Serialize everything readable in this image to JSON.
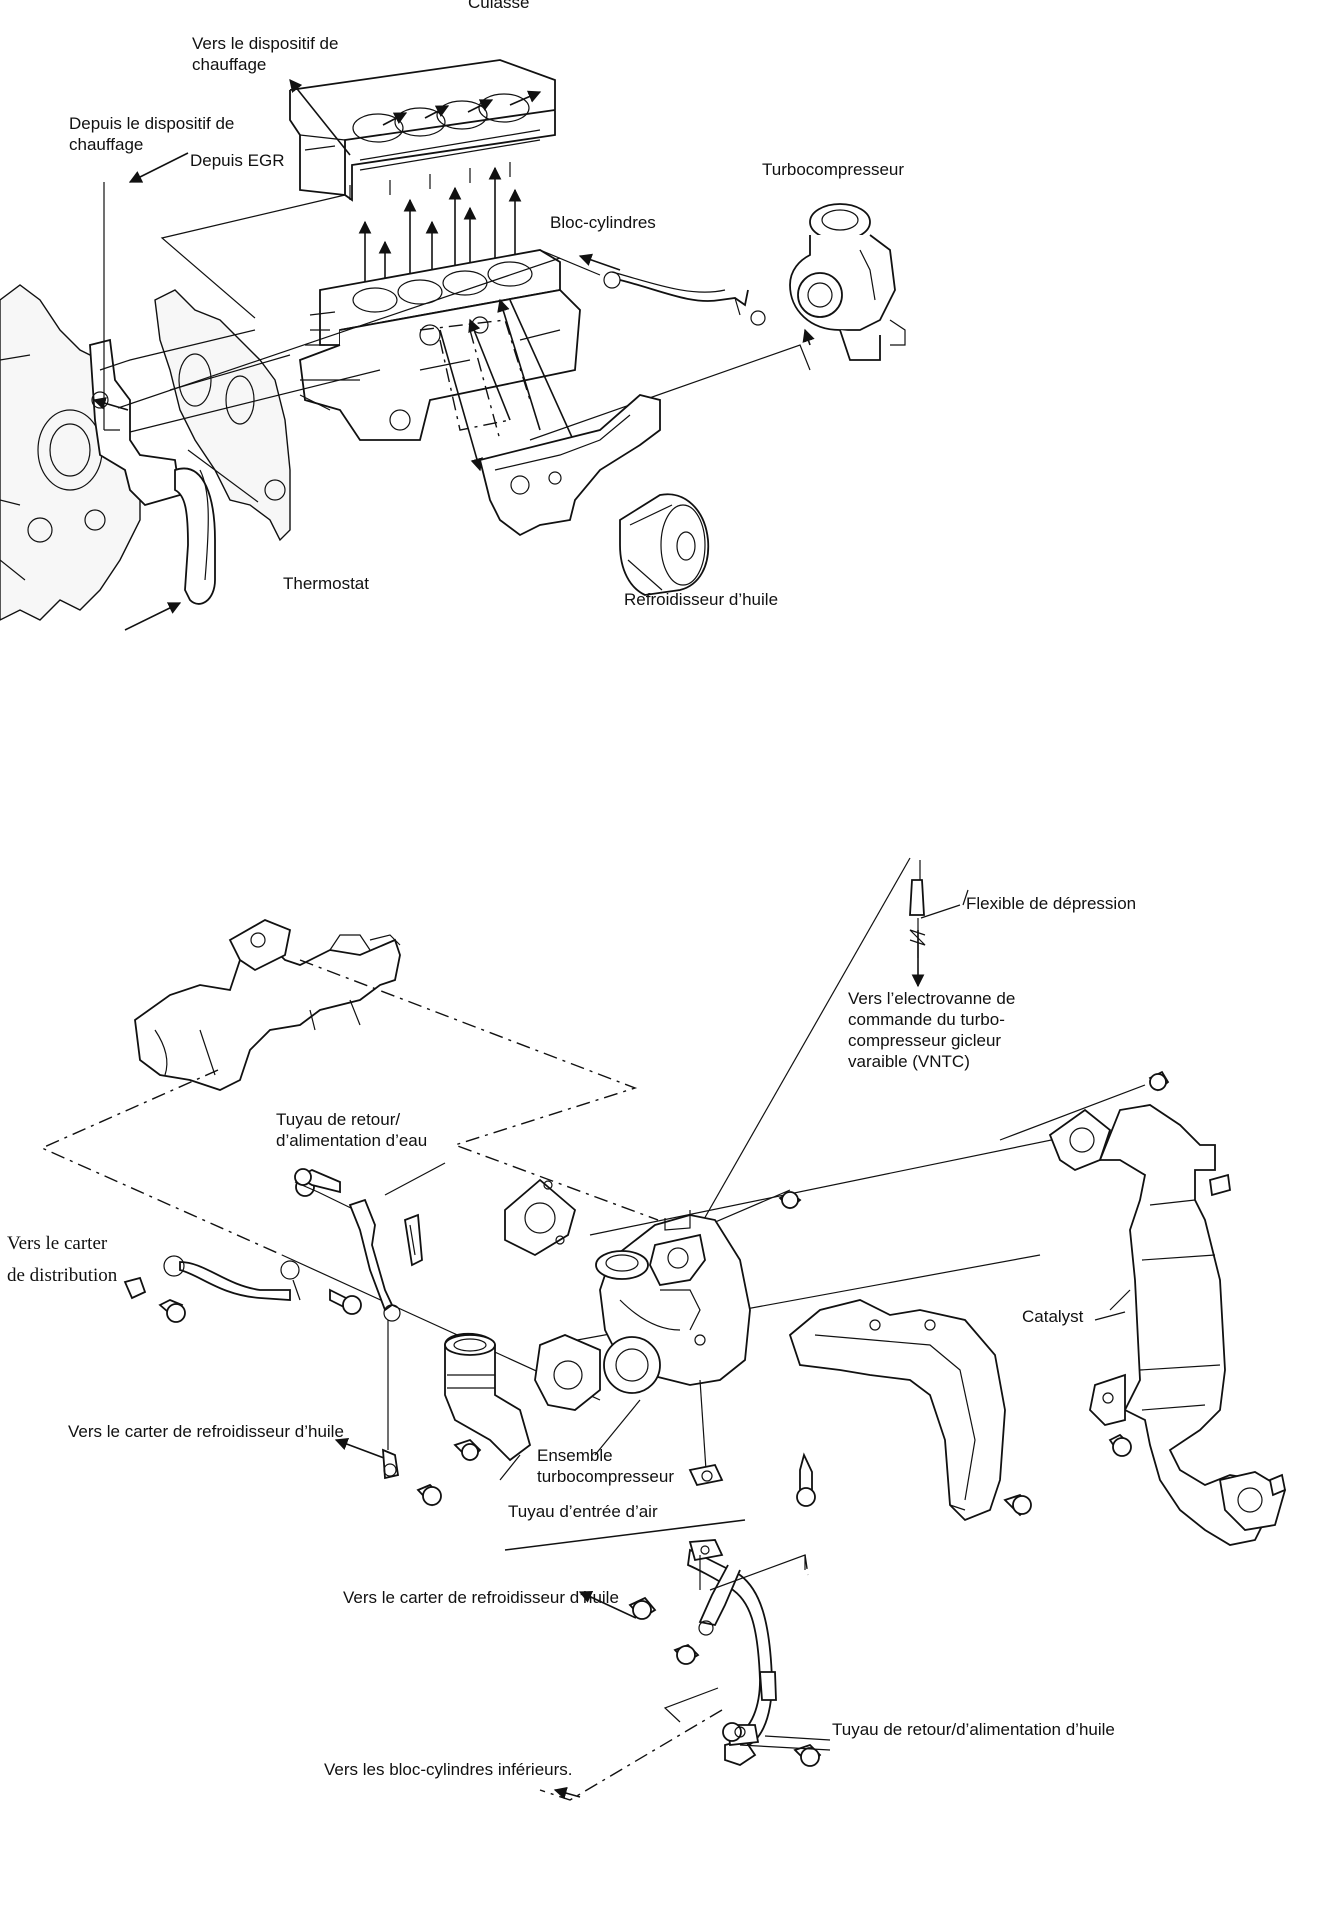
{
  "top_diagram": {
    "labels": {
      "culasse": "Culasse",
      "vers_chauffage": "Vers le dispositif de\nchauffage",
      "depuis_chauffage": "Depuis le dispositif de\nchauffage",
      "depuis_egr": "Depuis EGR",
      "turbo": "Turbocompresseur",
      "bloc": "Bloc-cylindres",
      "thermostat": "Thermostat",
      "refroidisseur": "Refroidisseur d’huile"
    }
  },
  "bottom_diagram": {
    "labels": {
      "flexible": "Flexible de dépression",
      "vers_electrovanne": "Vers l’electrovanne de\ncommande du turbo-\ncompresseur gicleur\nvaraible (VNTC)",
      "tuyau_eau": "Tuyau de retour/\nd’alimentation d’eau",
      "vers_carter_distribution": "Vers le carter\nde distribution",
      "catalyst": "Catalyst",
      "vers_carter_refroid_1": "Vers le carter de refroidisseur d’huile",
      "ensemble_turbo": "Ensemble\nturbocompresseur",
      "tuyau_air": "Tuyau d’entrée d’air",
      "vers_carter_refroid_2": "Vers le carter de refroidisseur d’huile",
      "tuyau_huile": "Tuyau de retour/d’alimentation d’huile",
      "vers_bloc_inf": "Vers les bloc-cylindres inférieurs."
    }
  }
}
